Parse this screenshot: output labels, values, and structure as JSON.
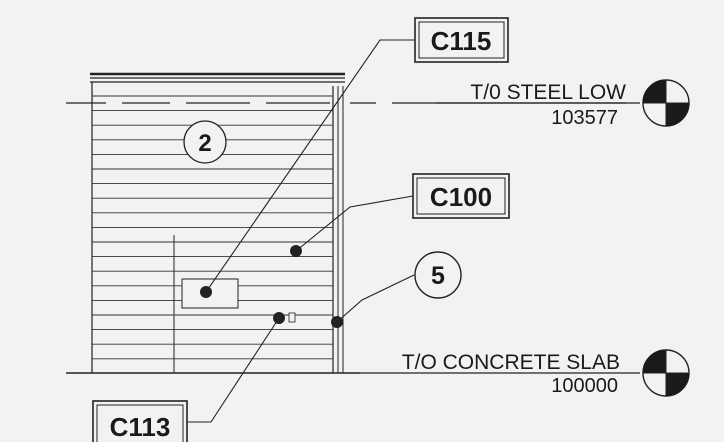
{
  "drawing": {
    "tags": {
      "top_right": "C115",
      "middle_right": "C100",
      "bottom_left": "C113"
    },
    "detail_bubbles": {
      "panel": "2",
      "right": "5"
    },
    "levels": {
      "upper": {
        "label": "T/0 STEEL LOW",
        "elevation": "103577"
      },
      "lower": {
        "label": "T/O CONCRETE SLAB",
        "elevation": "100000"
      }
    }
  }
}
